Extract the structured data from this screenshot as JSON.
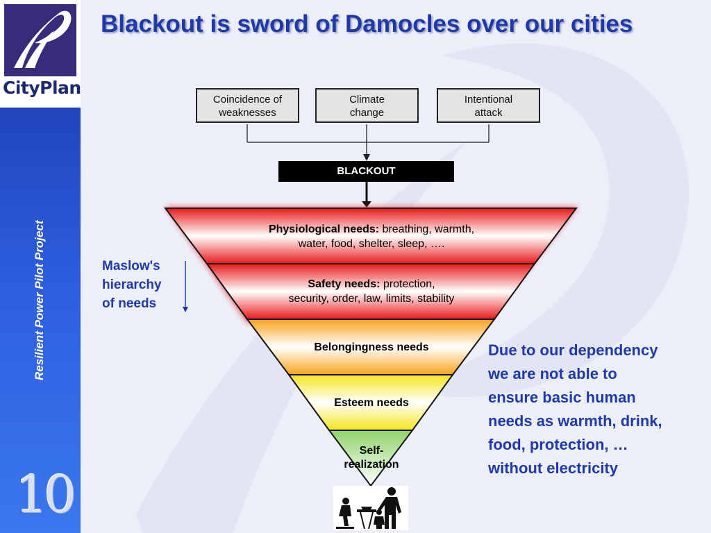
{
  "title": "Blackout is sword of Damocles over our cities",
  "logo": {
    "text": "CityPlan"
  },
  "sidebar": {
    "project": "Resilient Power Pilot Project",
    "slide_number": "10"
  },
  "causes": [
    {
      "line1": "Coincidence of",
      "line2": "weaknesses"
    },
    {
      "line1": "Climate",
      "line2": "change"
    },
    {
      "line1": "Intentional",
      "line2": "attack"
    }
  ],
  "blackout": "BLACKOUT",
  "pyramid": {
    "physiological": {
      "heading": "Physiological needs:",
      "rest1": " breathing, warmth,",
      "line2": "water, food, shelter, sleep, …."
    },
    "safety": {
      "heading": "Safety needs:",
      "rest1": " protection,",
      "line2": "security, order, law, limits, stability"
    },
    "belonging": "Belongingness needs",
    "esteem": "Esteem needs",
    "self": {
      "line1": "Self-",
      "line2": "realization"
    }
  },
  "maslow_label": {
    "line1": "Maslow's",
    "line2": "hierarchy",
    "line3": "of needs"
  },
  "dependency": {
    "line1": "Due to our dependency",
    "line2": "we are not able to",
    "line3": "ensure basic human",
    "line4": "needs as warmth, drink,",
    "line5": "food, protection, …",
    "line6": "without electricity"
  },
  "colors": {
    "title": "#1f3aa8",
    "sidebar": "#2d5fe0",
    "physiological": "#e01010",
    "safety": "#e01010",
    "belonging": "#f7a21b",
    "esteem": "#f5e51a",
    "self": "#8fd46a"
  }
}
